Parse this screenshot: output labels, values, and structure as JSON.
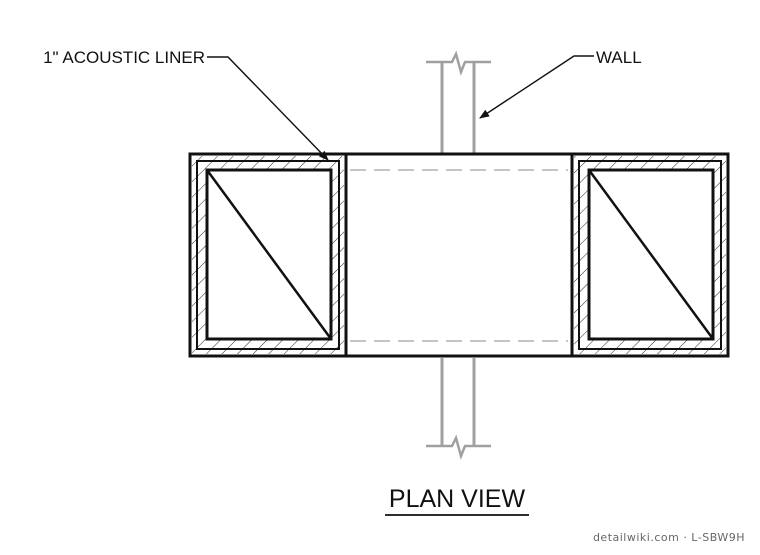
{
  "labels": {
    "liner_callout": "1\" ACOUSTIC LINER",
    "wall_callout": "WALL",
    "view_title": "PLAN VIEW",
    "watermark": "detailwiki.com · L-SBW9H"
  },
  "colors": {
    "linework": "#111111",
    "wall_lines": "#a0a0a0",
    "hatch": "#111111",
    "watermark": "#666666"
  }
}
